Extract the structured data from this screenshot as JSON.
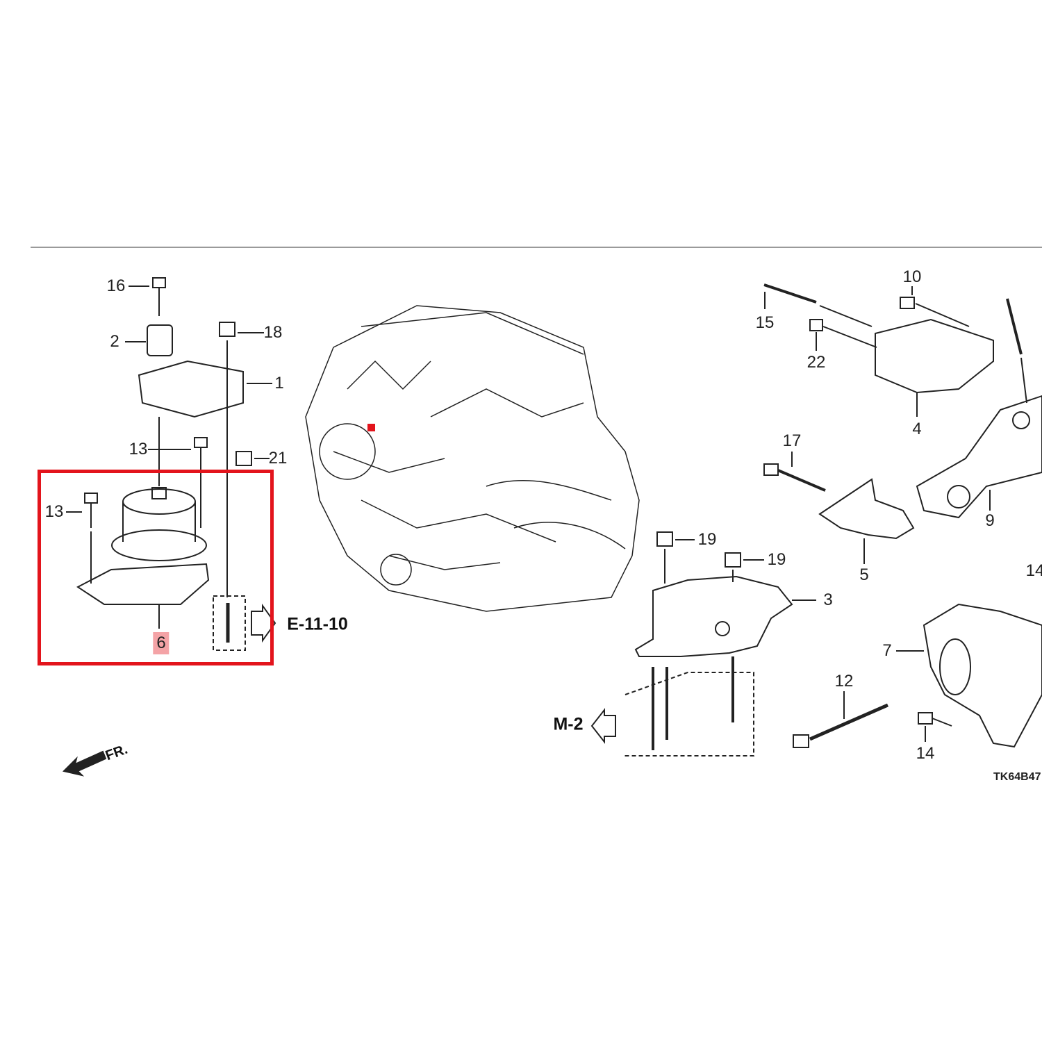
{
  "diagram": {
    "callouts": [
      {
        "id": "16",
        "text": "16"
      },
      {
        "id": "2",
        "text": "2"
      },
      {
        "id": "18",
        "text": "18"
      },
      {
        "id": "1",
        "text": "1"
      },
      {
        "id": "13a",
        "text": "13"
      },
      {
        "id": "21",
        "text": "21"
      },
      {
        "id": "13b",
        "text": "13"
      },
      {
        "id": "6",
        "text": "6"
      },
      {
        "id": "15",
        "text": "15"
      },
      {
        "id": "10",
        "text": "10"
      },
      {
        "id": "22",
        "text": "22"
      },
      {
        "id": "4",
        "text": "4"
      },
      {
        "id": "17",
        "text": "17"
      },
      {
        "id": "9",
        "text": "9"
      },
      {
        "id": "5",
        "text": "5"
      },
      {
        "id": "14a",
        "text": "14"
      },
      {
        "id": "19a",
        "text": "19"
      },
      {
        "id": "19b",
        "text": "19"
      },
      {
        "id": "3",
        "text": "3"
      },
      {
        "id": "7",
        "text": "7"
      },
      {
        "id": "12",
        "text": "12"
      },
      {
        "id": "14b",
        "text": "14"
      }
    ],
    "references": {
      "e": "E-11-10",
      "m": "M-2"
    },
    "front_marker": "FR.",
    "drawing_code": "TK64B47",
    "highlighted_part": "6",
    "colors": {
      "highlight_frame": "#e3141c",
      "highlight_label": "#f4a3a6",
      "line": "#222222"
    }
  }
}
